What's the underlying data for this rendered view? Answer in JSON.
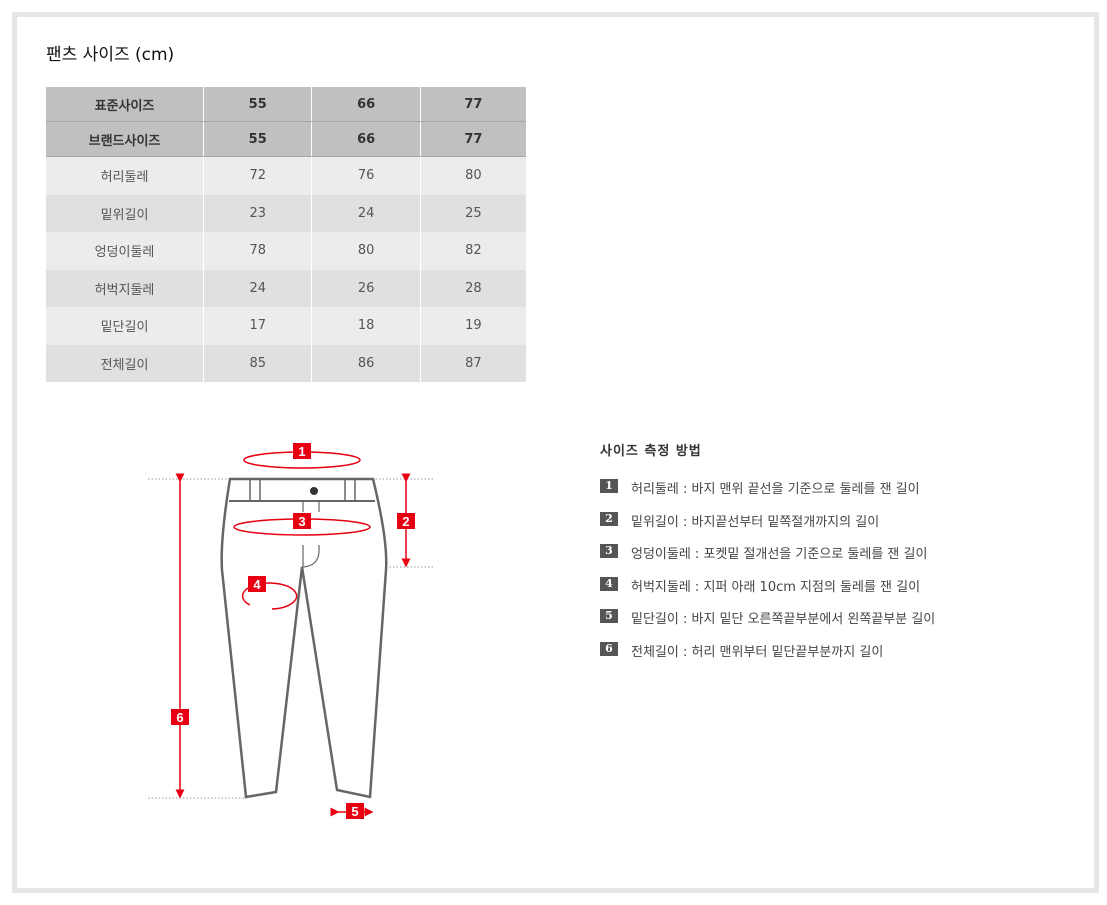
{
  "title": "팬츠 사이즈 (cm)",
  "table": {
    "header_rows": [
      {
        "label": "표준사이즈",
        "values": [
          "55",
          "66",
          "77"
        ]
      },
      {
        "label": "브랜드사이즈",
        "values": [
          "55",
          "66",
          "77"
        ]
      }
    ],
    "rows": [
      {
        "label": "허리둘레",
        "values": [
          "72",
          "76",
          "80"
        ]
      },
      {
        "label": "밑위길이",
        "values": [
          "23",
          "24",
          "25"
        ]
      },
      {
        "label": "엉덩이둘레",
        "values": [
          "78",
          "80",
          "82"
        ]
      },
      {
        "label": "허벅지둘레",
        "values": [
          "24",
          "26",
          "28"
        ]
      },
      {
        "label": "밑단길이",
        "values": [
          "17",
          "18",
          "19"
        ]
      },
      {
        "label": "전체길이",
        "values": [
          "85",
          "86",
          "87"
        ]
      }
    ]
  },
  "howto": {
    "title": "사이즈 측정 방법",
    "items": [
      {
        "num": "1",
        "text": "허리둘레 : 바지 맨위 끝선을 기준으로 둘레를 잰 길이"
      },
      {
        "num": "2",
        "text": "밑위길이 : 바지끝선부터 밑쪽절개까지의 길이"
      },
      {
        "num": "3",
        "text": "엉덩이둘레 : 포켓밑 절개선을 기준으로 둘레를 잰 길이"
      },
      {
        "num": "4",
        "text": "허벅지둘레 : 지퍼 아래 10cm 지점의 둘레를 잰 길이"
      },
      {
        "num": "5",
        "text": "밑단길이 : 바지 밑단 오른쪽끝부분에서 왼쪽끝부분 길이"
      },
      {
        "num": "6",
        "text": "전체길이 : 허리 맨위부터 밑단끝부분까지 길이"
      }
    ]
  },
  "diagram": {
    "labels": [
      "1",
      "2",
      "3",
      "4",
      "5",
      "6"
    ],
    "accent": "#e60012"
  }
}
